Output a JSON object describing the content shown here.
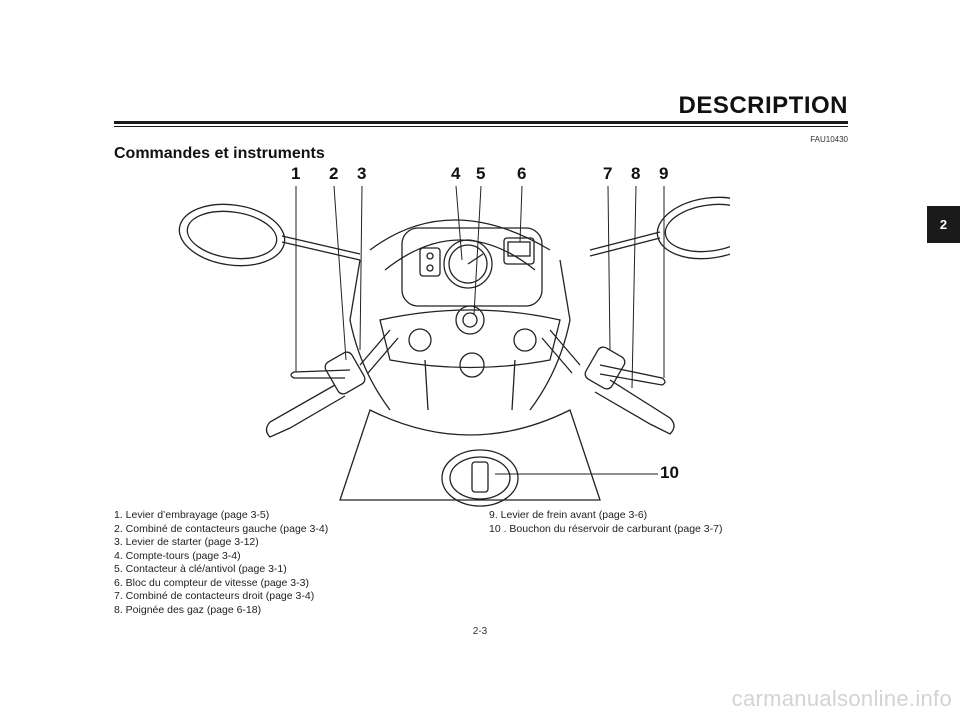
{
  "header": {
    "section_title": "DESCRIPTION",
    "ref_code": "FAU10430"
  },
  "chapter_tab": "2",
  "subsection_title": "Commandes et instruments",
  "callouts": [
    "1",
    "2",
    "3",
    "4",
    "5",
    "6",
    "7",
    "8",
    "9",
    "10"
  ],
  "legend": [
    "1. Levier d’embrayage (page 3-5)",
    "2. Combiné de contacteurs gauche (page 3-4)",
    "3. Levier de starter (page 3-12)",
    "4. Compte-tours (page 3-4)",
    "5. Contacteur à clé/antivol (page 3-1)",
    "6. Bloc du compteur de vitesse (page 3-3)",
    "7. Combiné de contacteurs droit (page 3-4)",
    "8. Poignée des gaz (page 6-18)",
    "9. Levier de frein avant (page 3-6)",
    "10 . Bouchon du réservoir de carburant (page 3-7)"
  ],
  "page_number": "2-3",
  "watermark": "carmanualsonline.info",
  "colors": {
    "ink": "#1a1a1a",
    "tab": "#1a1a1a",
    "watermark": "#d3d3d3"
  }
}
